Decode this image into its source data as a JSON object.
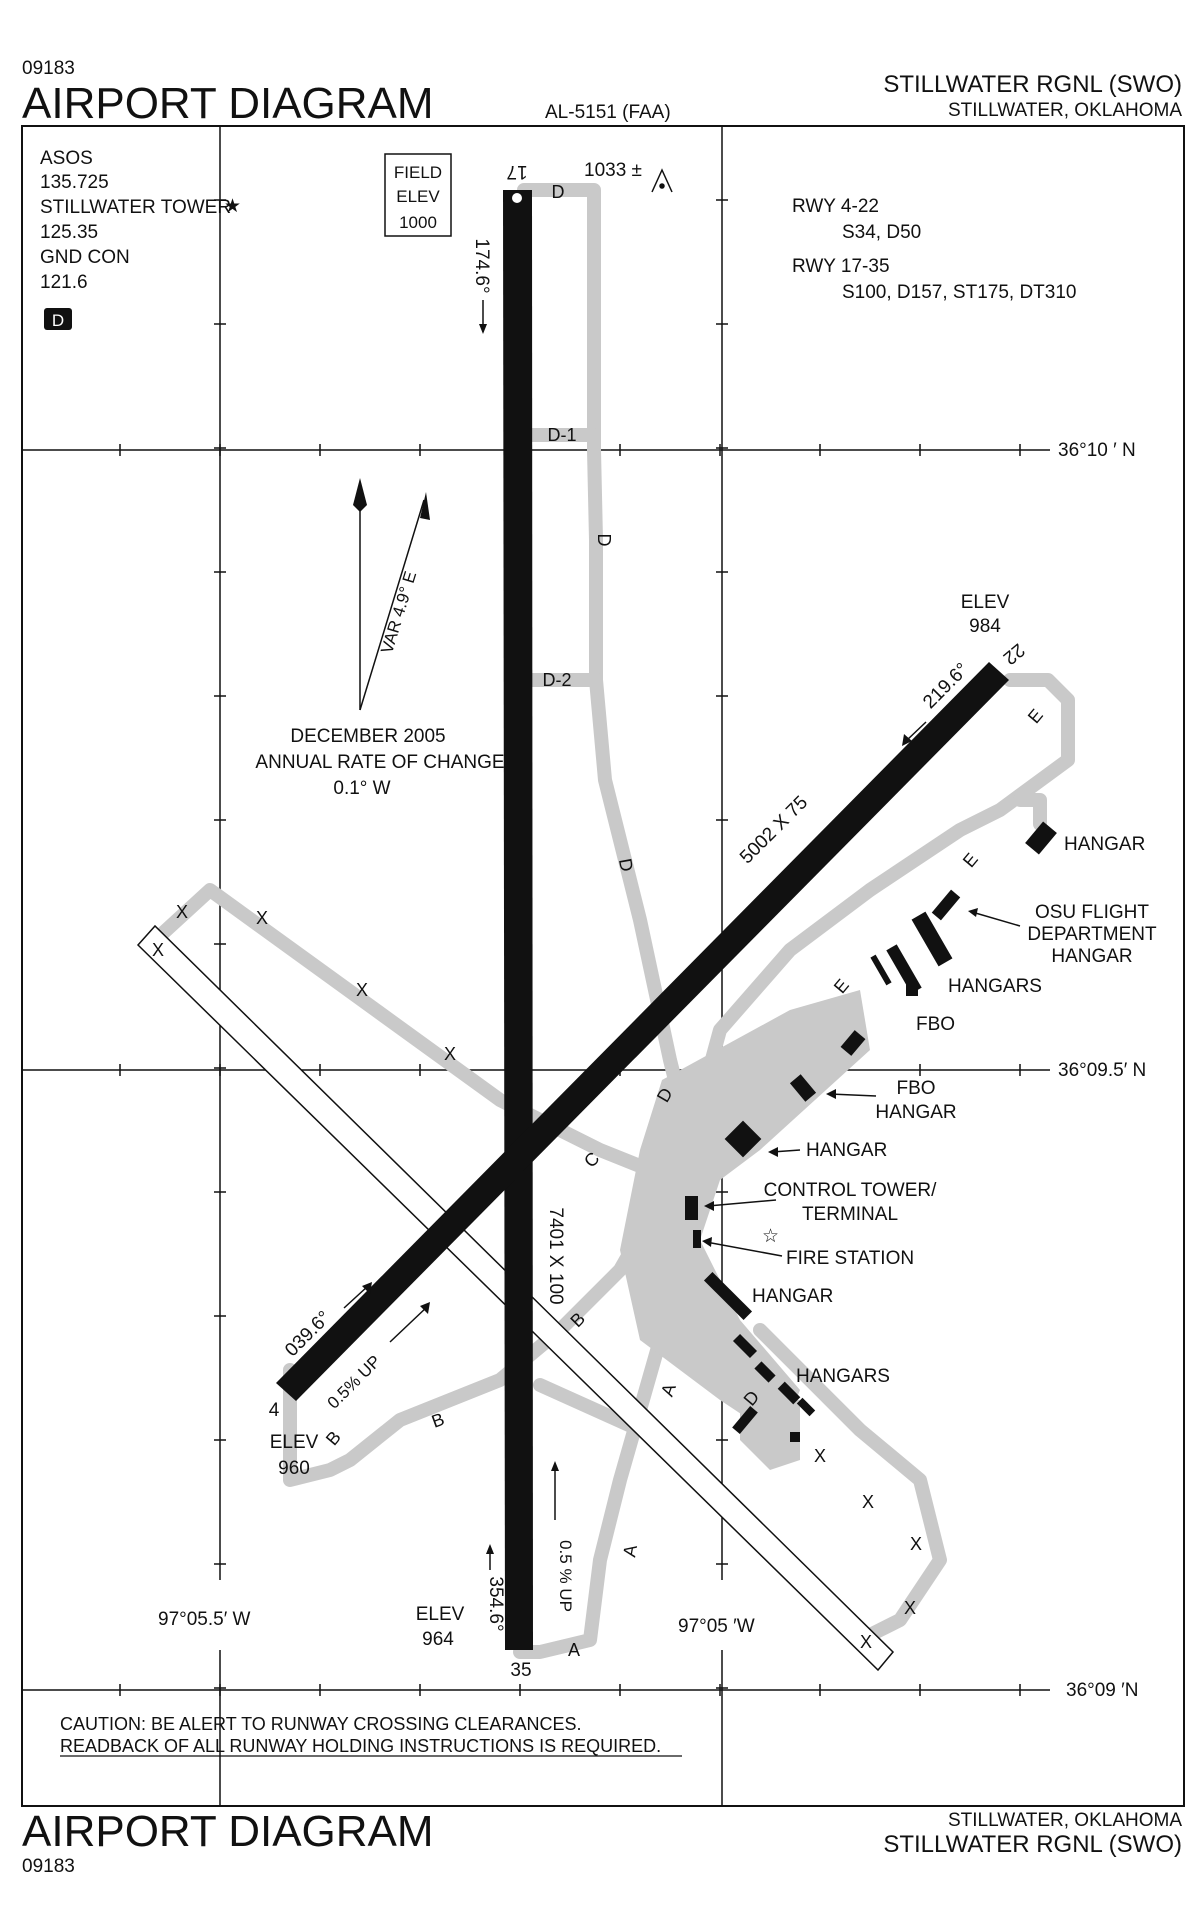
{
  "header": {
    "chart_id": "09183",
    "title": "AIRPORT DIAGRAM",
    "doc_no": "AL-5151 (FAA)",
    "airport": "STILLWATER RGNL (SWO)",
    "location": "STILLWATER, OKLAHOMA"
  },
  "comms": {
    "line1": "ASOS",
    "line2": "135.725",
    "line3": "STILLWATER TOWER",
    "line4": "125.35",
    "line5": "GND CON",
    "line6": "121.6",
    "badge": "D"
  },
  "field_elev": {
    "line1": "FIELD",
    "line2": "ELEV",
    "line3": "1000"
  },
  "obstacle": "1033 ±",
  "strength": {
    "rwy1_name": "RWY 4-22",
    "rwy1_values": "S34, D50",
    "rwy2_name": "RWY 17-35",
    "rwy2_values": "S100, D157, ST175, DT310"
  },
  "magnetic": {
    "var": "VAR 4.9° E",
    "line1": "DECEMBER 2005",
    "line2": "ANNUAL RATE OF CHANGE",
    "line3": "0.1° W"
  },
  "runway_17_35": {
    "end_north": "17",
    "end_south": "35",
    "heading_north": "174.6°",
    "heading_south": "354.6°",
    "dimensions": "7401 X 100",
    "slope": "0.5 % UP",
    "elev_label": "ELEV",
    "elev_south": "964"
  },
  "runway_4_22": {
    "end_ne": "22",
    "end_sw": "4",
    "heading_ne": "219.6°",
    "heading_sw": "039.6°",
    "dimensions": "5002 X 75",
    "slope": "0.5% UP",
    "elev_label": "ELEV",
    "elev_ne": "984",
    "elev_sw": "960"
  },
  "taxiways": {
    "d": "D",
    "d1": "D-1",
    "d2": "D-2",
    "e": "E",
    "c": "C",
    "b": "B",
    "a": "A",
    "closed": "X"
  },
  "facilities": {
    "hangar": "HANGAR",
    "osu1": "OSU FLIGHT",
    "osu2": "DEPARTMENT",
    "osu3": "HANGAR",
    "hangars": "HANGARS",
    "fbo": "FBO",
    "fbo_hangar1": "FBO",
    "fbo_hangar2": "HANGAR",
    "tower1": "CONTROL TOWER/",
    "tower2": "TERMINAL",
    "fire": "FIRE STATION"
  },
  "coordinates": {
    "lat_1": "36°10 ′ N",
    "lat_2": "36°09.5′ N",
    "lat_3": "36°09 ′N",
    "lon_1": "97°05.5′ W",
    "lon_2": "97°05 ′W"
  },
  "caution": {
    "line1": "CAUTION:  BE ALERT TO RUNWAY CROSSING CLEARANCES.",
    "line2": "READBACK OF ALL RUNWAY HOLDING INSTRUCTIONS IS REQUIRED."
  },
  "footer": {
    "title": "AIRPORT DIAGRAM",
    "chart_id": "09183",
    "location": "STILLWATER, OKLAHOMA",
    "airport": "STILLWATER RGNL (SWO)"
  }
}
